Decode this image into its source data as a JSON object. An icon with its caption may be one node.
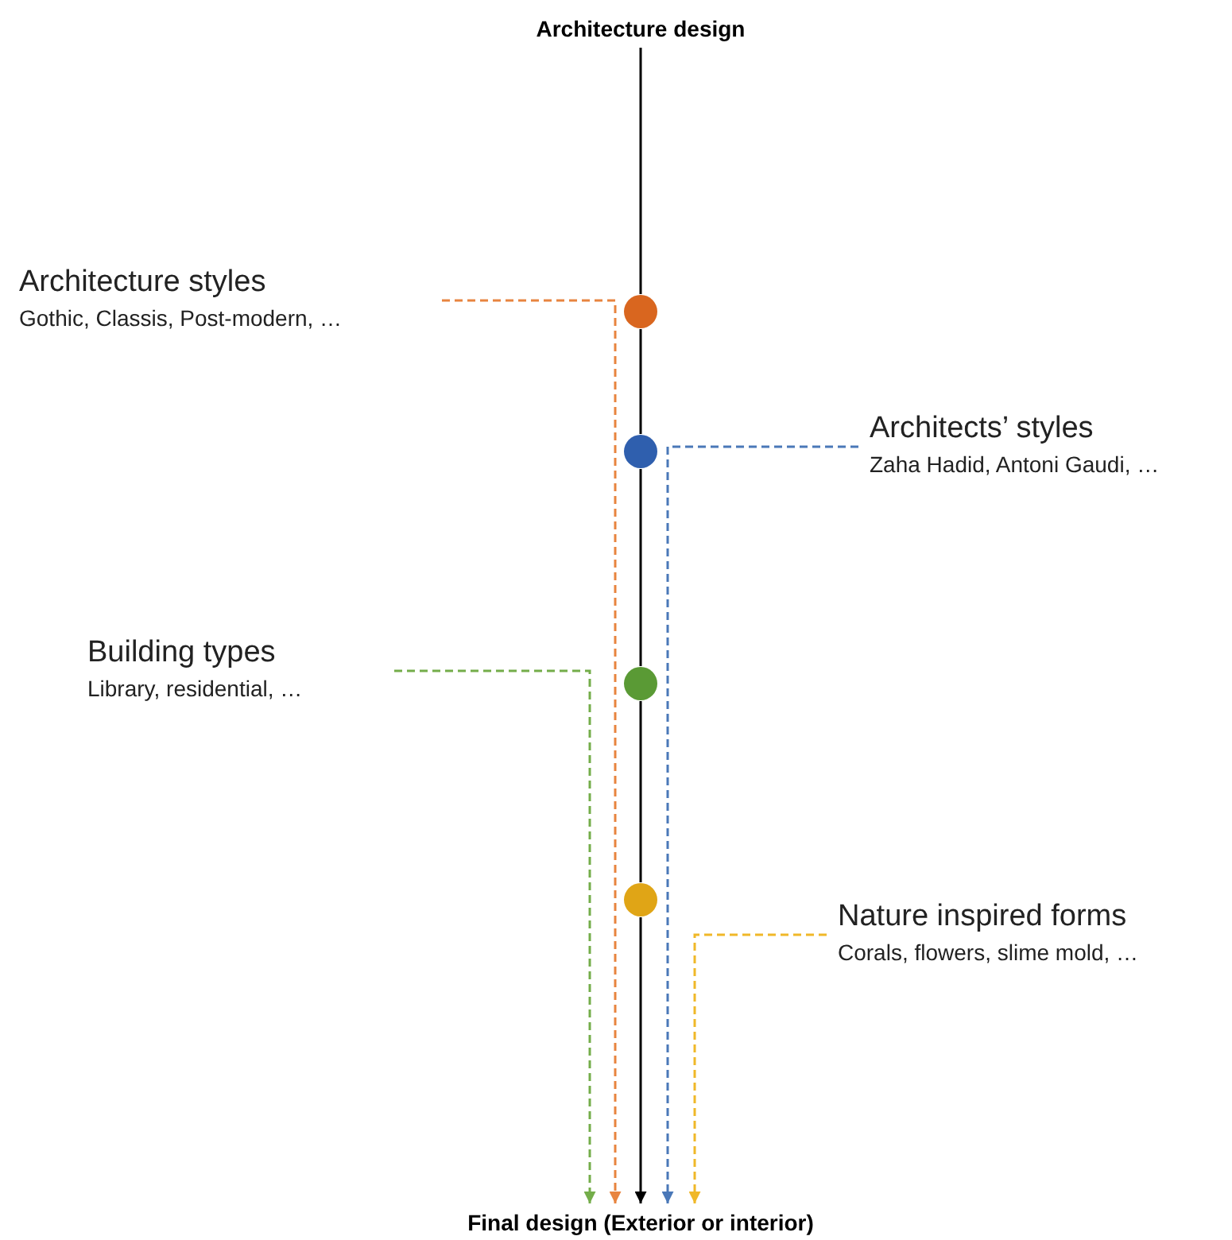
{
  "diagram": {
    "nodes": [
      {
        "text": [
          "Architecture design"
        ]
      },
      {
        "text": [
          "Final design (Exterior or interior)"
        ]
      },
      {
        "text": [
          "Architecture styles",
          "Gothic, Classis, Post-modern, …"
        ]
      },
      {
        "text": [
          "Architects’ styles",
          "Zaha Hadid, Antoni Gaudi, …"
        ]
      },
      {
        "text": [
          "Building types",
          "Library, residential, …"
        ]
      },
      {
        "text": [
          "Nature inspired forms",
          "Corals, flowers, slime mold, …"
        ]
      },
      {
        "text": [],
        "shape": "circle"
      },
      {
        "text": [],
        "shape": "circle"
      },
      {
        "text": [],
        "shape": "circle"
      },
      {
        "text": [],
        "shape": "circle"
      }
    ],
    "edges": [
      {
        "from": 0,
        "to": 6,
        "arrow": "none"
      },
      {
        "from": 6,
        "to": 7,
        "arrow": "none"
      },
      {
        "from": 7,
        "to": 8,
        "arrow": "none"
      },
      {
        "from": 8,
        "to": 9,
        "arrow": "none"
      },
      {
        "from": 9,
        "to": 1,
        "arrow": "to"
      },
      {
        "from": 2,
        "to": 1,
        "arrow": "to",
        "style": "dashed",
        "color": "#e8843f"
      },
      {
        "from": 3,
        "to": 1,
        "arrow": "to",
        "style": "dashed",
        "color": "#4a78b8"
      },
      {
        "from": 4,
        "to": 1,
        "arrow": "to",
        "style": "dashed",
        "color": "#74ad4a"
      },
      {
        "from": 5,
        "to": 1,
        "arrow": "to",
        "style": "dashed",
        "color": "#f0b828"
      }
    ]
  }
}
